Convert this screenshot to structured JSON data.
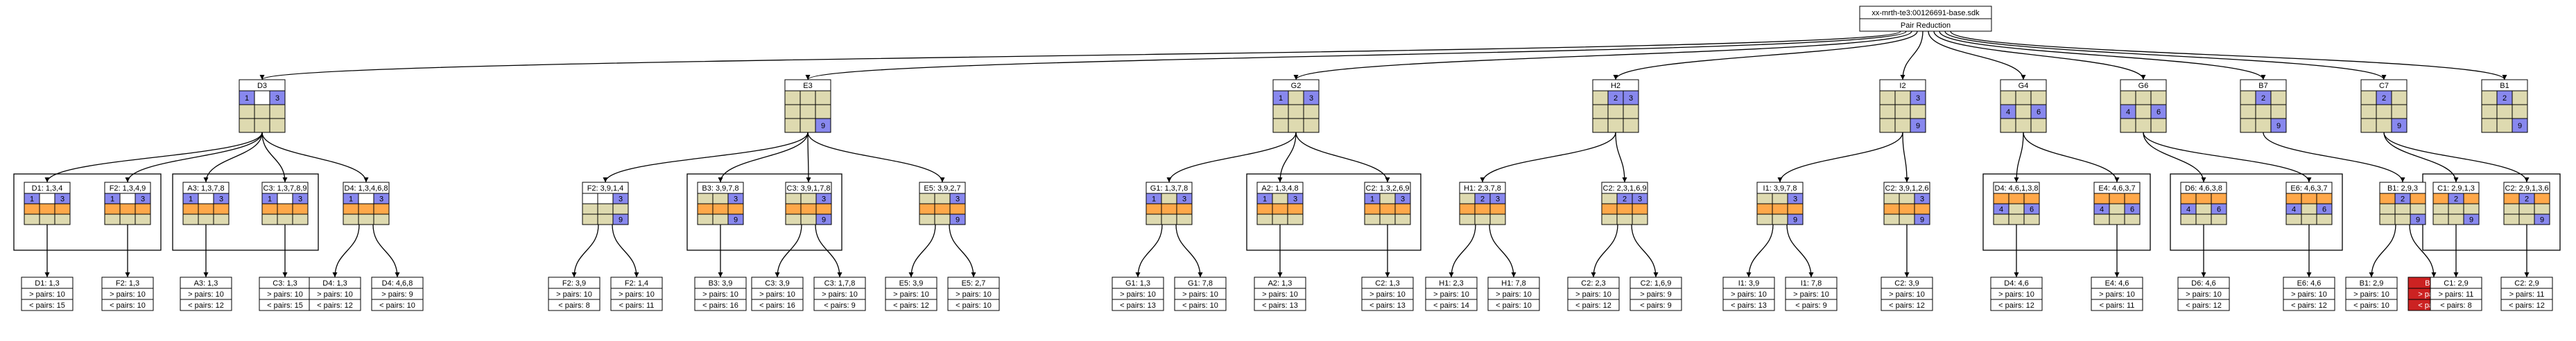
{
  "root": {
    "title": "xx-mrth-te3:00126691-base.sdk",
    "subtitle": "Pair Reduction"
  },
  "palette": {
    "blue": "#8888ee",
    "orange": "#ffa84a",
    "tan": "#dedab0",
    "red": "#cc2222",
    "white": "#ffffff"
  },
  "groups": [
    {
      "label": "D3",
      "grid": [
        "B1",
        "E",
        "B3",
        "T",
        "T",
        "T",
        "T",
        "T",
        "T"
      ],
      "children": [
        {
          "label": "D1: 1,3,4",
          "grid": [
            "B1",
            "E",
            "B3",
            "O",
            "O",
            "O",
            "T",
            "T",
            "T"
          ],
          "leaf": {
            "label": "D1: 1,3",
            "stats": [
              "> pairs: 10",
              "< pairs: 15"
            ]
          }
        },
        {
          "label": "F2: 1,3,4,9",
          "grid": [
            "B1",
            "E",
            "B3",
            "O",
            "O",
            "O",
            "T",
            "T",
            "T"
          ],
          "leaf": {
            "label": "F2: 1,3",
            "stats": [
              "> pairs: 10",
              "< pairs: 10"
            ]
          }
        },
        {
          "label": "A3: 1,3,7,8",
          "grid": [
            "B1",
            "E",
            "B3",
            "O",
            "O",
            "O",
            "T",
            "T",
            "T"
          ],
          "leaf": {
            "label": "A3: 1,3",
            "stats": [
              "> pairs: 10",
              "< pairs: 12"
            ]
          }
        },
        {
          "label": "C3: 1,3,7,8,9",
          "grid": [
            "B1",
            "E",
            "B3",
            "O",
            "O",
            "O",
            "T",
            "T",
            "T"
          ],
          "leaf": {
            "label": "C3: 1,3",
            "stats": [
              "> pairs: 10",
              "< pairs: 15"
            ]
          }
        },
        {
          "label": "D4: 1,3,4,6,8",
          "grid": [
            "B1",
            "E",
            "B3",
            "O",
            "O",
            "O",
            "T",
            "T",
            "T"
          ],
          "leaves": [
            {
              "label": "D4: 1,3",
              "stats": [
                "> pairs: 10",
                "< pairs: 12"
              ]
            },
            {
              "label": "D4: 4,6,8",
              "stats": [
                "> pairs: 9",
                "< pairs: 10"
              ]
            }
          ]
        }
      ]
    },
    {
      "label": "E3",
      "grid": [
        "T",
        "T",
        "T",
        "T",
        "T",
        "T",
        "T",
        "T",
        "B9"
      ],
      "children": [
        {
          "label": "F2: 3,9,1,4",
          "grid": [
            "E",
            "E",
            "B3",
            "T",
            "T",
            "T",
            "T",
            "T",
            "B9"
          ],
          "leaves": [
            {
              "label": "F2: 3,9",
              "stats": [
                "> pairs: 10",
                "< pairs: 8"
              ]
            },
            {
              "label": "F2: 1,4",
              "stats": [
                "> pairs: 10",
                "< pairs: 11"
              ]
            }
          ]
        },
        {
          "label": "B3: 3,9,7,8",
          "grid": [
            "T",
            "T",
            "B3",
            "O",
            "O",
            "O",
            "T",
            "T",
            "B9"
          ],
          "leaf": {
            "label": "B3: 3,9",
            "stats": [
              "> pairs: 10",
              "< pairs: 16"
            ]
          }
        },
        {
          "label": "C3: 3,9,1,7,8",
          "grid": [
            "T",
            "T",
            "B3",
            "O",
            "O",
            "O",
            "T",
            "T",
            "B9"
          ],
          "leaves": [
            {
              "label": "C3: 3,9",
              "stats": [
                "> pairs: 10",
                "< pairs: 16"
              ]
            },
            {
              "label": "C3: 1,7,8",
              "stats": [
                "> pairs: 10",
                "< pairs: 9"
              ]
            }
          ]
        },
        {
          "label": "E5: 3,9,2,7",
          "grid": [
            "T",
            "T",
            "B3",
            "O",
            "O",
            "O",
            "T",
            "T",
            "B9"
          ],
          "leaves": [
            {
              "label": "E5: 3,9",
              "stats": [
                "> pairs: 10",
                "< pairs: 12"
              ]
            },
            {
              "label": "E5: 2,7",
              "stats": [
                "> pairs: 10",
                "< pairs: 10"
              ]
            }
          ]
        }
      ]
    },
    {
      "label": "G2",
      "grid": [
        "B1",
        "T",
        "B3",
        "T",
        "T",
        "T",
        "T",
        "T",
        "T"
      ],
      "children": [
        {
          "label": "G1: 1,3,7,8",
          "grid": [
            "B1",
            "T",
            "B3",
            "O",
            "O",
            "O",
            "T",
            "T",
            "T"
          ],
          "leaves": [
            {
              "label": "G1: 1,3",
              "stats": [
                "> pairs: 10",
                "< pairs: 13"
              ]
            },
            {
              "label": "G1: 7,8",
              "stats": [
                "> pairs: 10",
                "< pairs: 10"
              ]
            }
          ]
        },
        {
          "label": "A2: 1,3,4,8",
          "grid": [
            "B1",
            "T",
            "B3",
            "O",
            "O",
            "O",
            "T",
            "T",
            "T"
          ],
          "leaf": {
            "label": "A2: 1,3",
            "stats": [
              "> pairs: 10",
              "< pairs: 13"
            ]
          }
        },
        {
          "label": "C2: 1,3,2,6,9",
          "grid": [
            "B1",
            "T",
            "B3",
            "O",
            "O",
            "O",
            "T",
            "T",
            "T"
          ],
          "leaf": {
            "label": "C2: 1,3",
            "stats": [
              "> pairs: 10",
              "< pairs: 13"
            ]
          }
        }
      ]
    },
    {
      "label": "H2",
      "grid": [
        "T",
        "B2",
        "B3",
        "T",
        "T",
        "T",
        "T",
        "T",
        "T"
      ],
      "children": [
        {
          "label": "H1: 2,3,7,8",
          "grid": [
            "T",
            "B2",
            "B3",
            "O",
            "O",
            "O",
            "T",
            "T",
            "T"
          ],
          "leaves": [
            {
              "label": "H1: 2,3",
              "stats": [
                "> pairs: 10",
                "< pairs: 14"
              ]
            },
            {
              "label": "H1: 7,8",
              "stats": [
                "> pairs: 10",
                "< pairs: 10"
              ]
            }
          ]
        },
        {
          "label": "C2: 2,3,1,6,9",
          "grid": [
            "T",
            "B2",
            "B3",
            "O",
            "O",
            "O",
            "T",
            "T",
            "T"
          ],
          "leaves": [
            {
              "label": "C2: 2,3",
              "stats": [
                "> pairs: 10",
                "< pairs: 12"
              ]
            },
            {
              "label": "C2: 1,6,9",
              "stats": [
                "> pairs: 9",
                "< pairs: 9"
              ]
            }
          ]
        }
      ]
    },
    {
      "label": "I2",
      "grid": [
        "T",
        "T",
        "B3",
        "T",
        "T",
        "T",
        "T",
        "T",
        "B9"
      ],
      "children": [
        {
          "label": "I1: 3,9,7,8",
          "grid": [
            "T",
            "T",
            "B3",
            "O",
            "O",
            "O",
            "T",
            "T",
            "B9"
          ],
          "leaves": [
            {
              "label": "I1: 3,9",
              "stats": [
                "> pairs: 10",
                "< pairs: 13"
              ]
            },
            {
              "label": "I1: 7,8",
              "stats": [
                "> pairs: 10",
                "< pairs: 9"
              ]
            }
          ]
        },
        {
          "label": "C2: 3,9,1,2,6",
          "grid": [
            "T",
            "T",
            "B3",
            "O",
            "O",
            "O",
            "T",
            "T",
            "B9"
          ],
          "leaf": {
            "label": "C2: 3,9",
            "stats": [
              "> pairs: 10",
              "< pairs: 12"
            ]
          }
        }
      ]
    },
    {
      "label": "G4",
      "grid": [
        "T",
        "T",
        "T",
        "B4",
        "T",
        "B6",
        "T",
        "T",
        "T"
      ],
      "children": [
        {
          "label": "D4: 4,6,1,3,8",
          "grid": [
            "O",
            "O",
            "O",
            "B4",
            "T",
            "B6",
            "T",
            "T",
            "T"
          ],
          "leaf": {
            "label": "D4: 4,6",
            "stats": [
              "> pairs: 10",
              "< pairs: 12"
            ]
          }
        },
        {
          "label": "E4: 4,6,3,7",
          "grid": [
            "O",
            "O",
            "O",
            "B4",
            "T",
            "B6",
            "T",
            "T",
            "T"
          ],
          "leaf": {
            "label": "E4: 4,6",
            "stats": [
              "> pairs: 10",
              "< pairs: 11"
            ]
          }
        }
      ]
    },
    {
      "label": "G6",
      "grid": [
        "T",
        "T",
        "T",
        "B4",
        "T",
        "B6",
        "T",
        "T",
        "T"
      ],
      "children": [
        {
          "label": "D6: 4,6,3,8",
          "grid": [
            "O",
            "O",
            "O",
            "B4",
            "T",
            "B6",
            "T",
            "T",
            "T"
          ],
          "leaf": {
            "label": "D6: 4,6",
            "stats": [
              "> pairs: 10",
              "< pairs: 12"
            ]
          }
        },
        {
          "label": "E6: 4,6,3,7",
          "grid": [
            "O",
            "O",
            "O",
            "B4",
            "T",
            "B6",
            "T",
            "T",
            "T"
          ],
          "leaf": {
            "label": "E6: 4,6",
            "stats": [
              "> pairs: 10",
              "< pairs: 12"
            ]
          }
        }
      ]
    },
    {
      "label": "B7",
      "grid": [
        "T",
        "B2",
        "T",
        "T",
        "T",
        "T",
        "T",
        "T",
        "B9"
      ],
      "children": [
        {
          "label": "B1: 2,9,3",
          "grid": [
            "O",
            "B2",
            "O",
            "T",
            "T",
            "T",
            "T",
            "T",
            "B9"
          ],
          "leaves": [
            {
              "label": "B1: 2,9",
              "stats": [
                "> pairs: 10",
                "< pairs: 10"
              ]
            },
            {
              "label": "B1: 3",
              "stats": [
                "> pairs: 9",
                "< pairs: 8"
              ],
              "highlight": true
            }
          ]
        }
      ]
    },
    {
      "label": "C7",
      "grid": [
        "T",
        "B2",
        "T",
        "T",
        "T",
        "T",
        "T",
        "T",
        "B9"
      ],
      "children": [
        {
          "label": "C1: 2,9,1,3",
          "grid": [
            "O",
            "B2",
            "O",
            "T",
            "T",
            "T",
            "T",
            "T",
            "B9"
          ],
          "leaf": {
            "label": "C1: 2,9",
            "stats": [
              "> pairs: 11",
              "< pairs: 8"
            ]
          }
        },
        {
          "label": "C2: 2,9,1,3,6",
          "grid": [
            "O",
            "B2",
            "O",
            "T",
            "T",
            "T",
            "T",
            "T",
            "B9"
          ],
          "leaf": {
            "label": "C2: 2,9",
            "stats": [
              "> pairs: 11",
              "< pairs: 12"
            ]
          }
        }
      ]
    },
    {
      "label": "B1",
      "grid": [
        "T",
        "B2",
        "T",
        "T",
        "T",
        "T",
        "T",
        "T",
        "B9"
      ],
      "children": []
    }
  ]
}
